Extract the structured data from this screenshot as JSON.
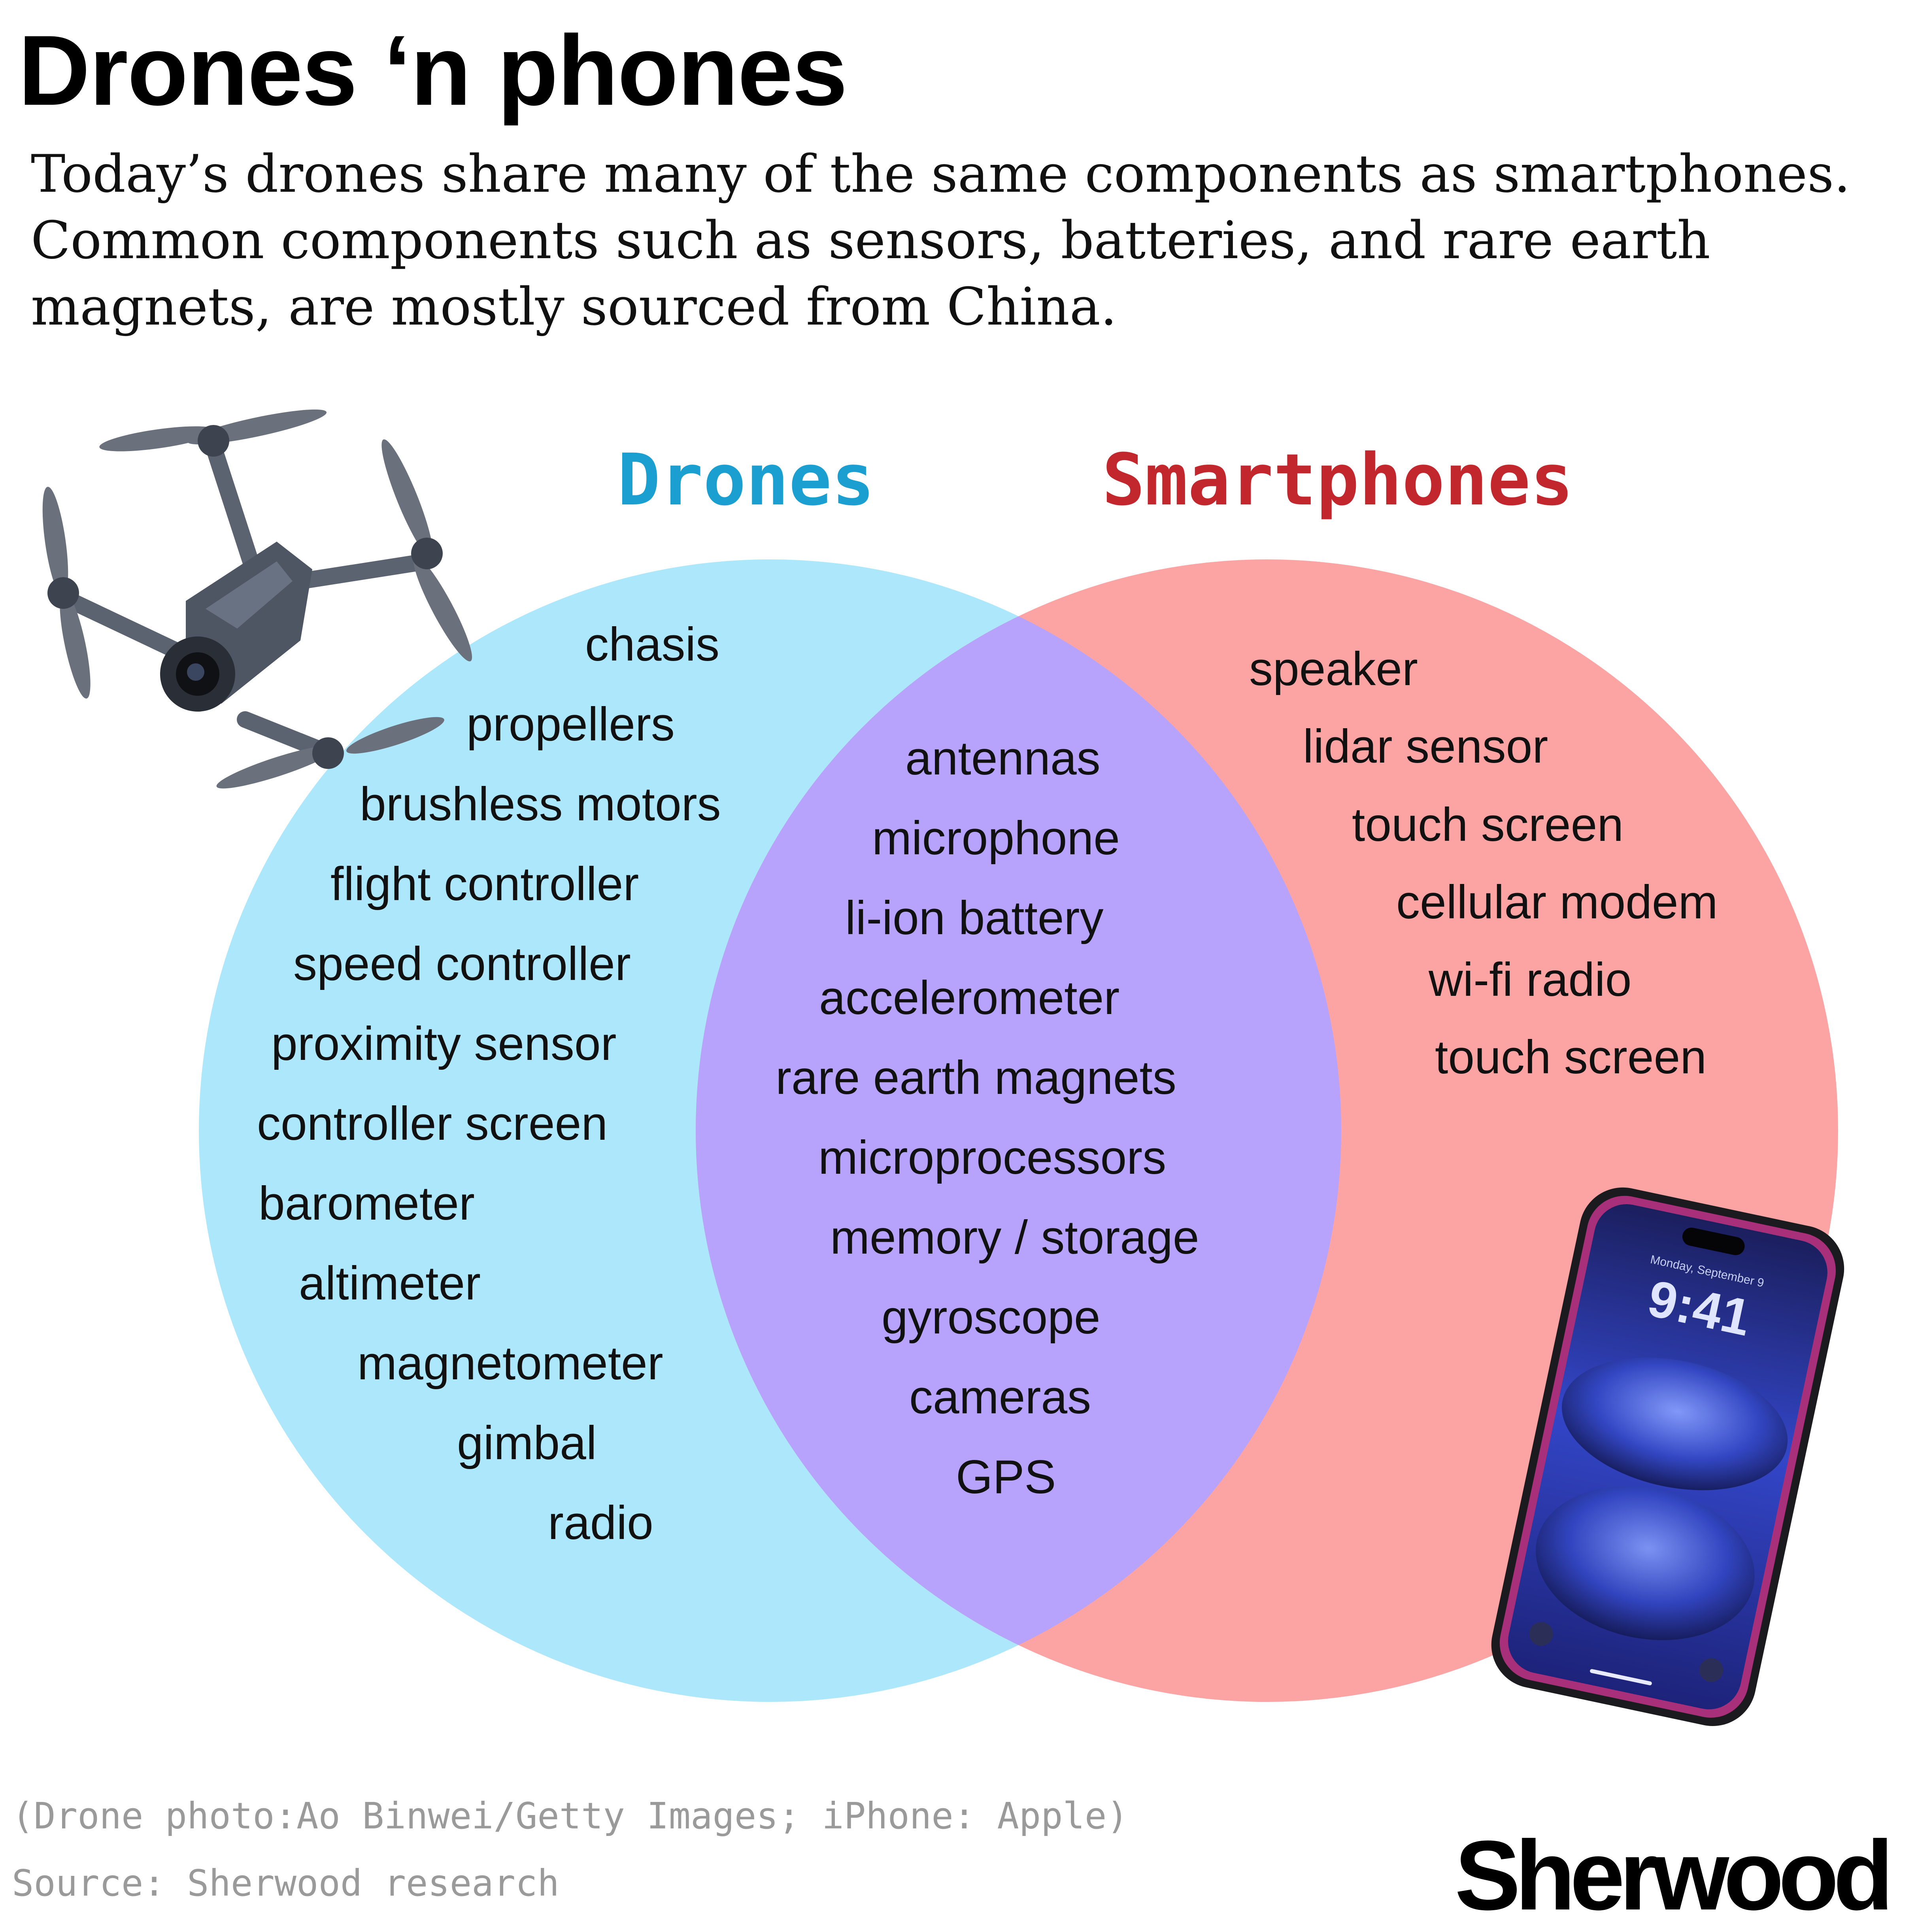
{
  "title": "Drones ‘n phones",
  "subtitle": "Today’s drones share many of the same components as smartphones. Common components such as sensors, batteries, and rare earth magnets, are mostly sourced from China.",
  "venn": {
    "colors": {
      "drones": "#ade7fb",
      "smartphones": "#fca3a3",
      "overlap": "#b7a2fc",
      "drones_title": "#1b9fd0",
      "smartphones_title": "#c1272d"
    },
    "drones_title": "Drones",
    "smartphones_title": "Smartphones",
    "drones_only": [
      "chasis",
      "propellers",
      "brushless motors",
      "flight controller",
      "speed controller",
      "proximity sensor",
      "controller screen",
      "barometer",
      "altimeter",
      "magnetometer",
      "gimbal",
      "radio"
    ],
    "shared": [
      "antennas",
      "microphone",
      "li-ion battery",
      "accelerometer",
      "rare earth magnets",
      "microprocessors",
      "memory / storage",
      "gyroscope",
      "cameras",
      "GPS"
    ],
    "smartphones_only": [
      "speaker",
      "lidar sensor",
      "touch screen",
      "cellular modem",
      "wi-fi radio",
      "touch screen"
    ]
  },
  "phone_screen": {
    "date": "Monday, September 9",
    "time": "9:41"
  },
  "credit": "(Drone photo:Ao Binwei/Getty Images; iPhone: Apple)",
  "source": "Source: Sherwood research",
  "brand": "Sherwood"
}
